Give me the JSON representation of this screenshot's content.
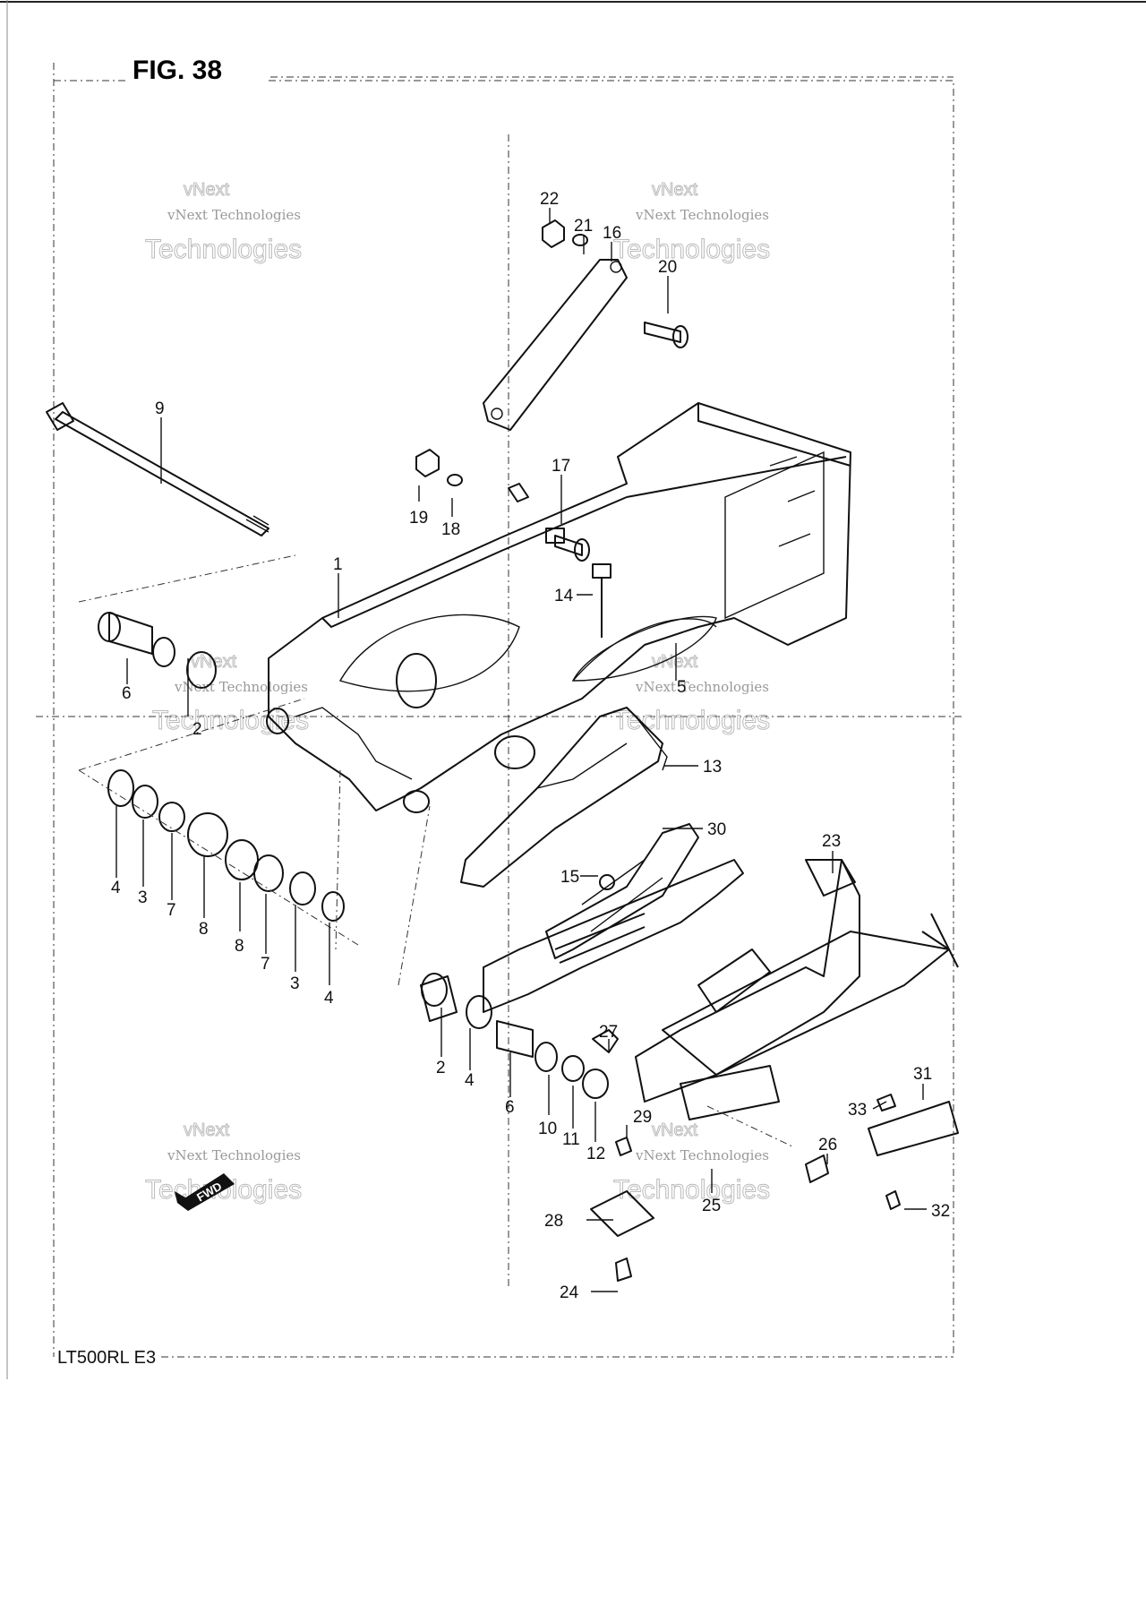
{
  "title": "FIG. 38",
  "model": "LT500RL  E3",
  "watermark": {
    "line1": "vNext Technologies",
    "line2": "vNext",
    "line3": "Technologies"
  },
  "fwd_label": "FWD",
  "part_labels": [
    "1",
    "2",
    "2",
    "3",
    "3",
    "4",
    "4",
    "4",
    "5",
    "6",
    "6",
    "7",
    "7",
    "8",
    "8",
    "9",
    "10",
    "11",
    "12",
    "13",
    "14",
    "15",
    "16",
    "17",
    "18",
    "19",
    "20",
    "21",
    "22",
    "23",
    "24",
    "25",
    "26",
    "27",
    "28",
    "29",
    "30",
    "31",
    "32",
    "33"
  ]
}
